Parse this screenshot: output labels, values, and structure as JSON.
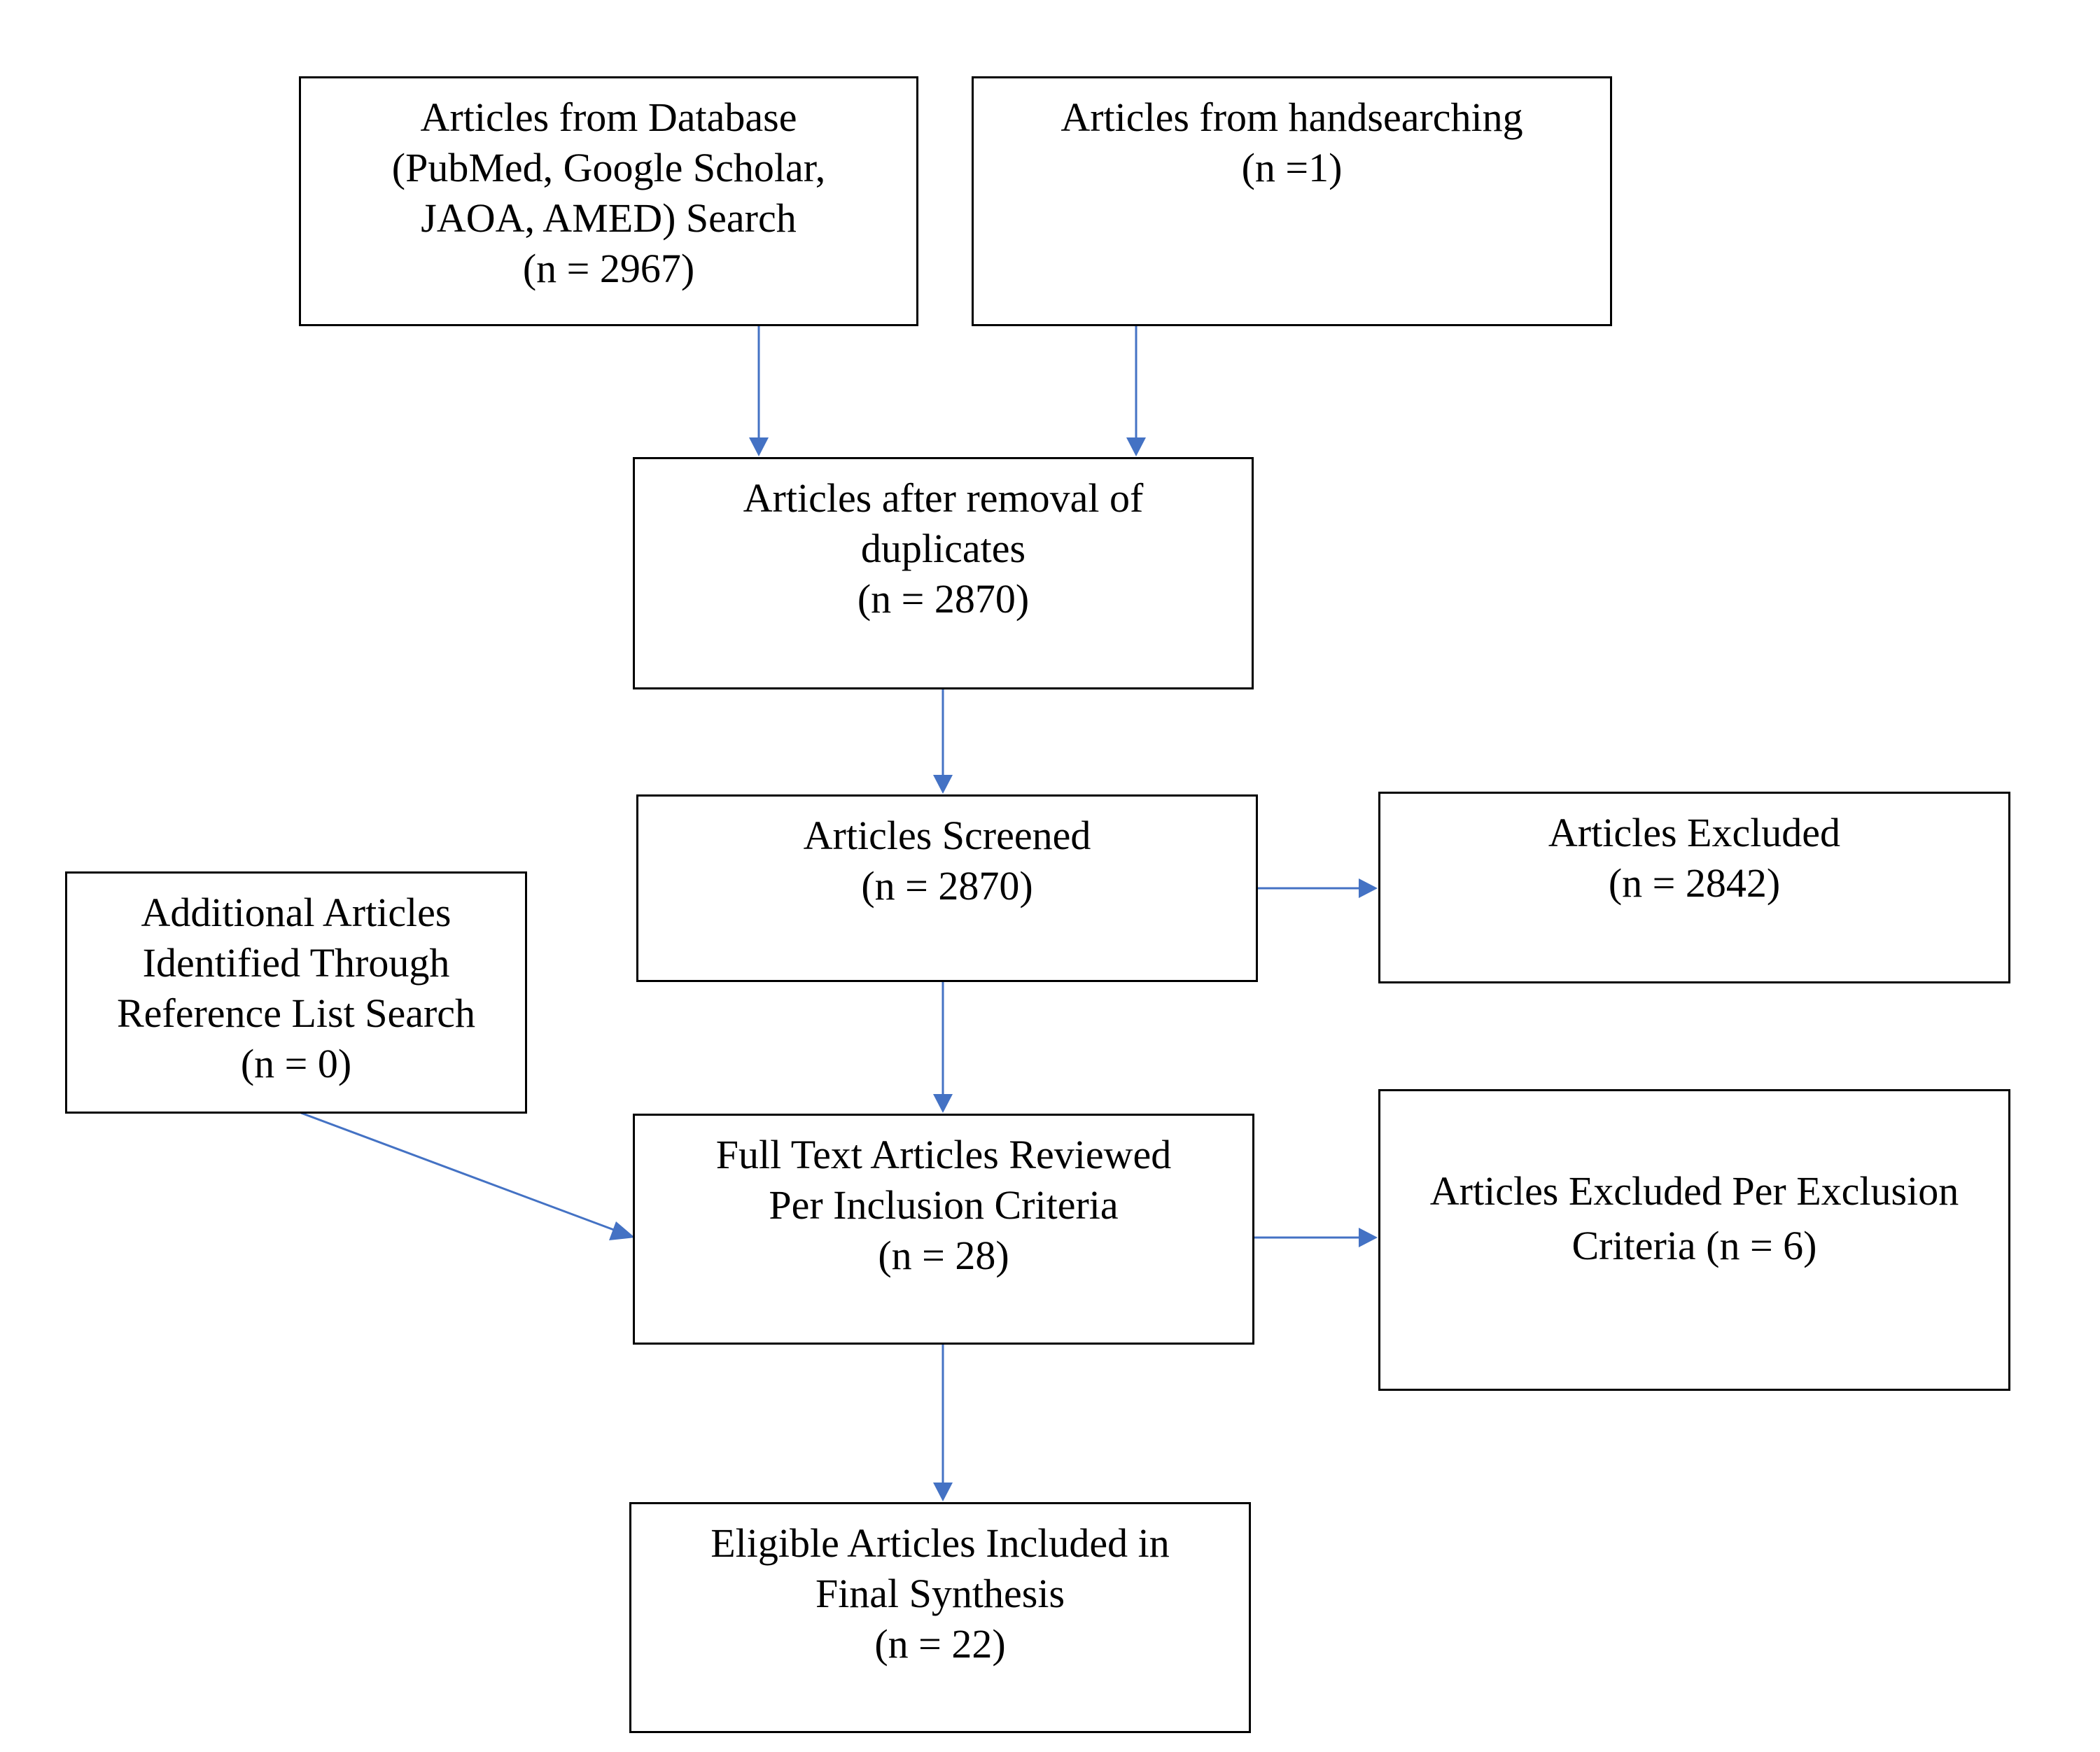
{
  "diagram": {
    "arrow_color": "#4472c4",
    "nodes": {
      "database": {
        "lines": [
          "Articles from Database",
          "(PubMed, Google Scholar,",
          "JAOA, AMED) Search",
          "(n = 2967)"
        ]
      },
      "handsearching": {
        "lines": [
          "Articles from handsearching",
          "(n =1)"
        ]
      },
      "after_duplicates": {
        "lines": [
          "Articles after removal of",
          "duplicates",
          "(n = 2870)"
        ]
      },
      "screened": {
        "lines": [
          "Articles Screened",
          "(n = 2870)"
        ]
      },
      "excluded": {
        "lines": [
          "Articles Excluded",
          "(n = 2842)"
        ]
      },
      "reference_search": {
        "lines": [
          "Additional Articles",
          "Identified Through",
          "Reference List Search",
          "(n = 0)"
        ]
      },
      "full_text": {
        "lines": [
          "Full Text Articles Reviewed",
          "Per Inclusion Criteria",
          "(n = 28)"
        ]
      },
      "excluded_criteria": {
        "lines": [
          "Articles Excluded Per Exclusion",
          "Criteria (n = 6)"
        ]
      },
      "final": {
        "lines": [
          "Eligible Articles Included in",
          "Final Synthesis",
          "(n = 22)"
        ]
      }
    }
  }
}
